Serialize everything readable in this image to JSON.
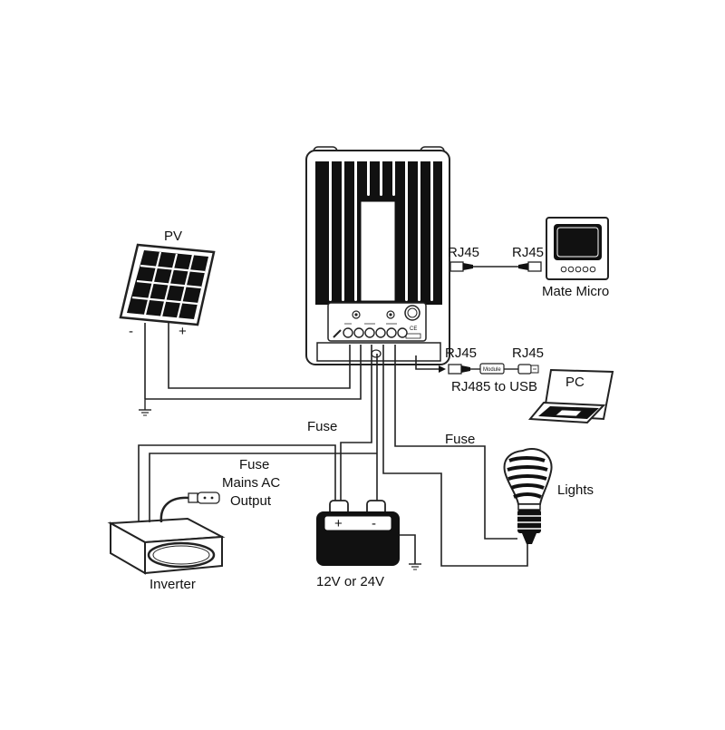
{
  "diagram": {
    "labels": {
      "pv": "PV",
      "pv_minus": "-",
      "pv_plus": "+",
      "rj45_left_top": "RJ45",
      "rj45_right_top": "RJ45",
      "mate_micro": "Mate Micro",
      "rj45_left_bottom": "RJ45",
      "rj45_right_bottom": "RJ45",
      "rj485_to_usb": "RJ485 to USB",
      "pc": "PC",
      "fuse_left": "Fuse",
      "fuse_right": "Fuse",
      "fuse_inverter": "Fuse",
      "mains_ac": "Mains AC",
      "output": "Output",
      "lights": "Lights",
      "inverter": "Inverter",
      "battery_plus": "+",
      "battery_minus": "-",
      "battery_voltage": "12V or 24V",
      "module": "Module",
      "ce_mark": "CE"
    },
    "colors": {
      "line": "#222222",
      "fill_dark": "#111111",
      "background": "#ffffff"
    }
  }
}
